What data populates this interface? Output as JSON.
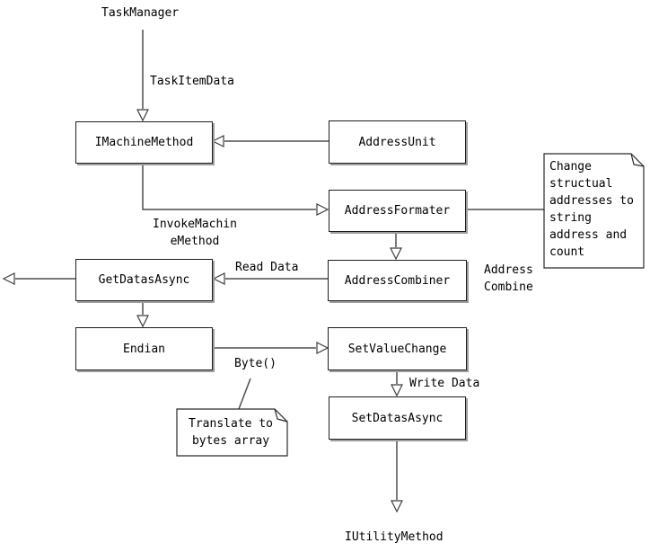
{
  "diagram": {
    "type": "flowchart",
    "background": "#ffffff",
    "colors": {
      "line": "#4d4d4d",
      "box_border": "#1f1f1f",
      "box_shadow": "#9e9e9e",
      "note_border": "#2a2a2a",
      "text": "#000000"
    },
    "endpoints": {
      "taskmanager": "TaskManager",
      "iutilitymethod": "IUtilityMethod"
    },
    "nodes": {
      "imachinemethod": {
        "label": "IMachineMethod"
      },
      "addressunit": {
        "label": "AddressUnit"
      },
      "addressformater": {
        "label": "AddressFormater"
      },
      "addresscombiner": {
        "label": "AddressCombiner"
      },
      "getdatasasync": {
        "label": "GetDatasAsync"
      },
      "endian": {
        "label": "Endian"
      },
      "setvaluechange": {
        "label": "SetValueChange"
      },
      "setdatasasync": {
        "label": "SetDatasAsync"
      }
    },
    "labels": {
      "taskitemdata": "TaskItemData",
      "invokemachinemethod": "InvokeMachin\neMethod",
      "read_data": "Read Data",
      "address_combine": "Address\nCombine",
      "byte": "Byte()",
      "write_data": "Write Data"
    },
    "notes": {
      "change": {
        "text": "Change\nstructual\naddresses to\nstring\naddress and\ncount"
      },
      "translate": {
        "text": "Translate to\nbytes array"
      }
    },
    "edges": [
      {
        "from": "TaskManager",
        "to": "IMachineMethod",
        "label": "TaskItemData",
        "arrow": "open"
      },
      {
        "from": "AddressUnit",
        "to": "IMachineMethod",
        "label": "",
        "arrow": "open"
      },
      {
        "from": "IMachineMethod",
        "to": "AddressFormater",
        "label": "InvokeMachineMethod",
        "arrow": "open"
      },
      {
        "from": "AddressFormater",
        "to": "note-change",
        "label": "",
        "arrow": "none"
      },
      {
        "from": "AddressFormater",
        "to": "AddressCombiner",
        "label": "Address Combine",
        "arrow": "open"
      },
      {
        "from": "AddressCombiner",
        "to": "GetDatasAsync",
        "label": "Read Data",
        "arrow": "open"
      },
      {
        "from": "GetDatasAsync",
        "to": "left-edge",
        "label": "",
        "arrow": "open"
      },
      {
        "from": "GetDatasAsync",
        "to": "Endian",
        "label": "",
        "arrow": "open"
      },
      {
        "from": "Endian",
        "to": "SetValueChange",
        "label": "Byte()",
        "arrow": "open"
      },
      {
        "from": "SetValueChange",
        "to": "SetDatasAsync",
        "label": "Write Data",
        "arrow": "open"
      },
      {
        "from": "SetDatasAsync",
        "to": "IUtilityMethod",
        "label": "",
        "arrow": "open"
      },
      {
        "from": "note-translate",
        "to": "Byte()",
        "label": "",
        "arrow": "none"
      }
    ]
  }
}
